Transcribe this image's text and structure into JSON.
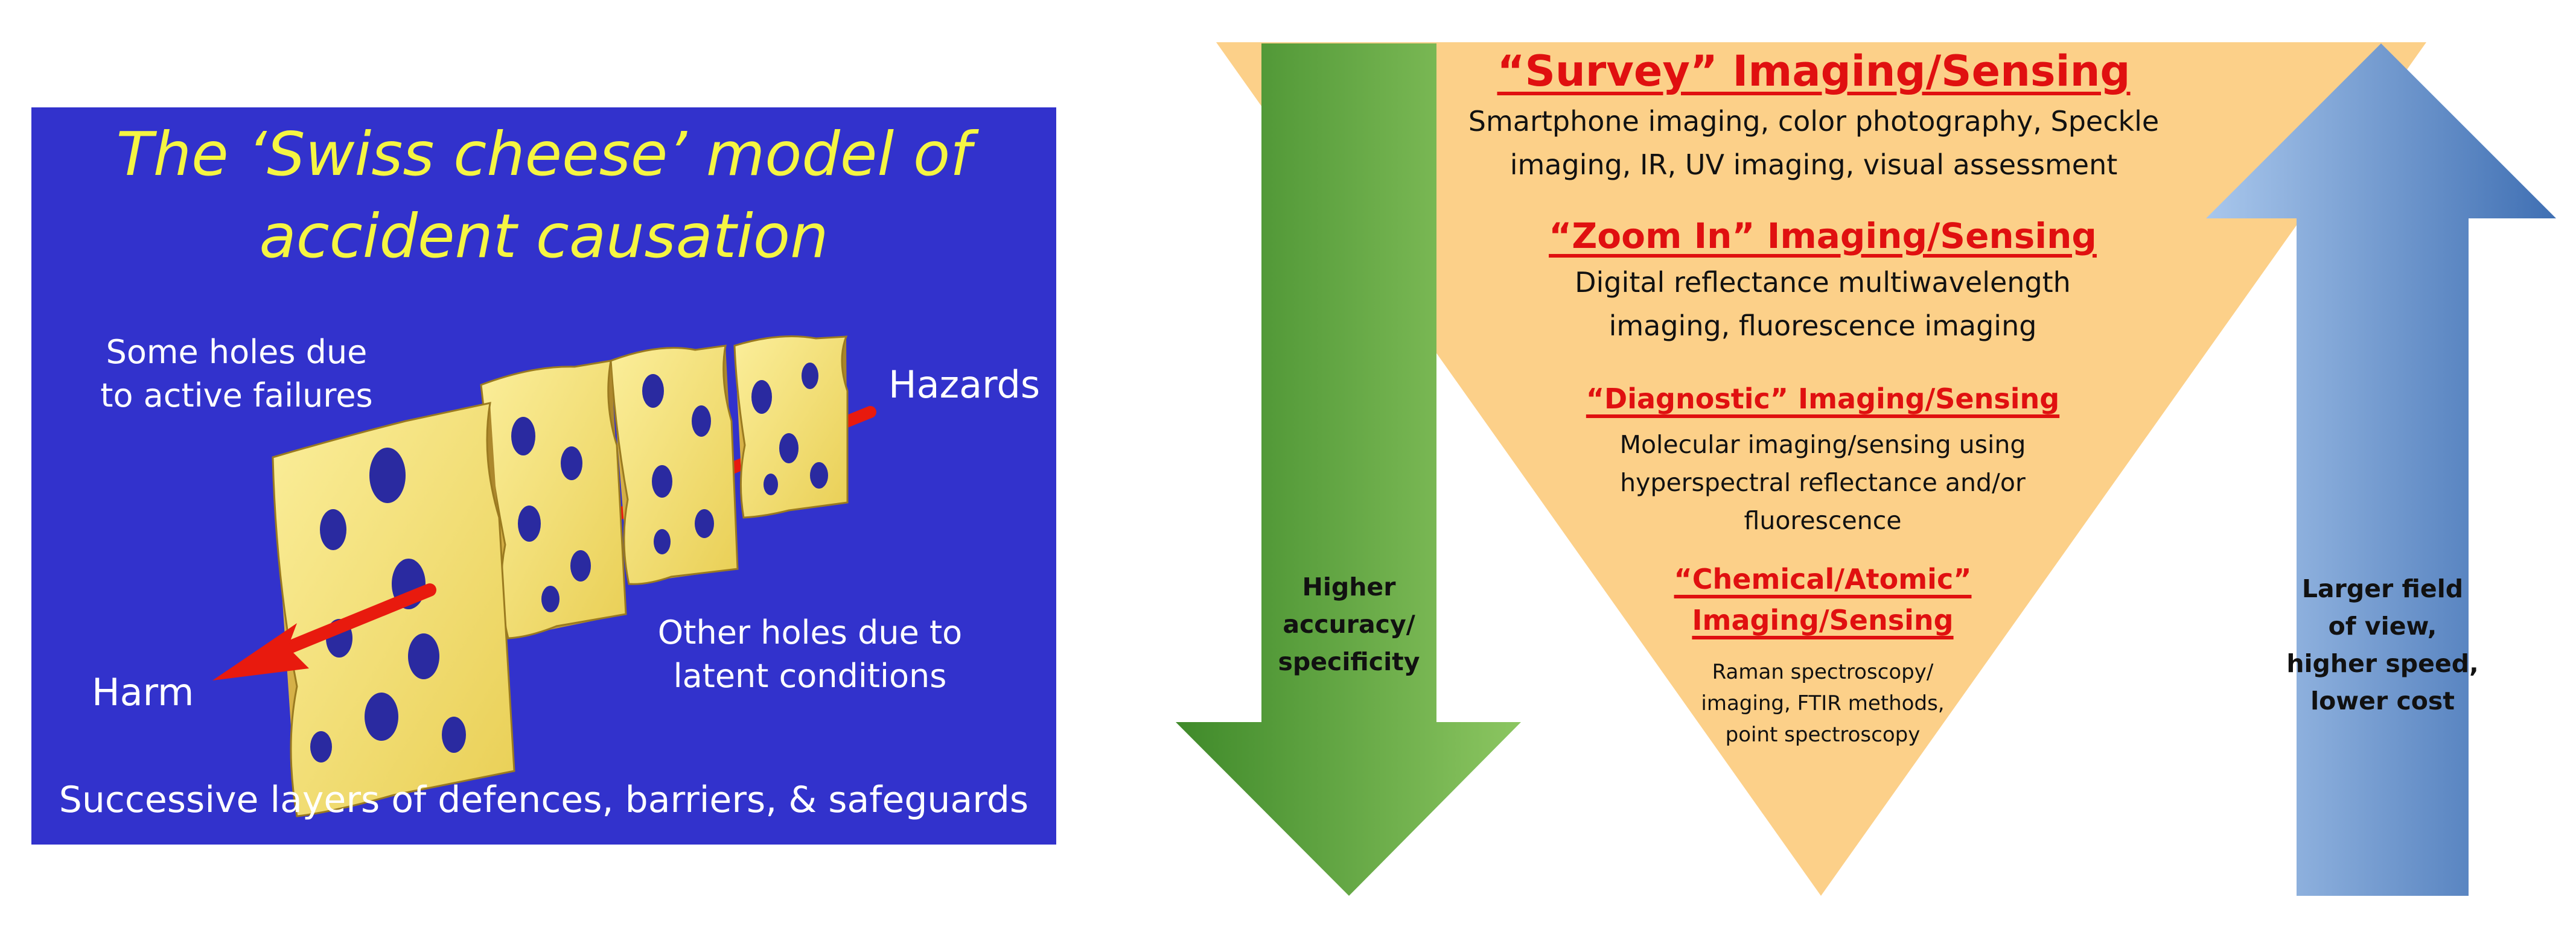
{
  "swiss": {
    "title_lines": [
      "The ‘Swiss cheese’ model of",
      "accident causation"
    ],
    "active_failures_lines": [
      "Some holes due",
      "to active failures"
    ],
    "hazards": "Hazards",
    "latent_lines": [
      "Other holes due to",
      "latent conditions"
    ],
    "harm": "Harm",
    "footer": "Successive layers of defences, barriers, & safeguards"
  },
  "pyramid": {
    "levels": [
      {
        "heading": "“Survey” Imaging/Sensing",
        "desc_lines": [
          "Smartphone imaging, color photography, Speckle",
          "imaging, IR, UV imaging, visual assessment"
        ]
      },
      {
        "heading": "“Zoom In” Imaging/Sensing",
        "desc_lines": [
          "Digital reflectance multiwavelength",
          "imaging, fluorescence imaging"
        ]
      },
      {
        "heading": "“Diagnostic” Imaging/Sensing",
        "desc_lines": [
          "Molecular imaging/sensing using",
          "hyperspectral reflectance and/or",
          "fluorescence"
        ]
      },
      {
        "heading_lines": [
          "“Chemical/Atomic”",
          "Imaging/Sensing"
        ],
        "desc_lines": [
          "Raman spectroscopy/",
          "imaging, FTIR methods,",
          "point spectroscopy"
        ]
      }
    ],
    "down_arrow_label": [
      "Higher",
      "accuracy/",
      "specificity"
    ],
    "up_arrow_label": [
      "Larger field",
      "of view,",
      "higher speed,",
      "lower cost"
    ]
  },
  "colors": {
    "panel_bg": "#3232cc",
    "title_yellow": "#f5f542",
    "cheese": "#f2dc6a",
    "cheese_dark": "#c9a43c",
    "arrow_red": "#e81a0e",
    "triangle": "#fcd089",
    "green_arrow": "#5da540",
    "blue_arrow": "#5b8fd0",
    "heading_red": "#e01010"
  }
}
